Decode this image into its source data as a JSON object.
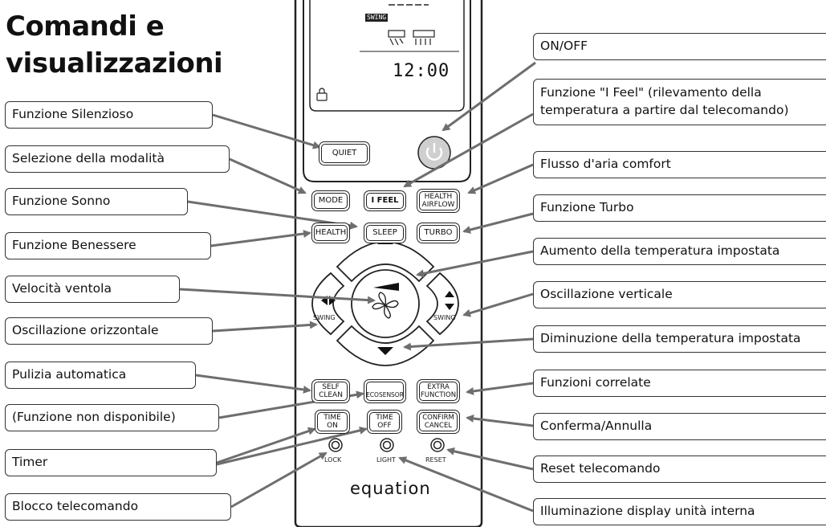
{
  "title": {
    "line1": "Comandi e",
    "line2": "visualizzazioni"
  },
  "left_labels": [
    "Funzione Silenzioso",
    "Selezione della modalità",
    "Funzione Sonno",
    "Funzione Benessere",
    "Velocità ventola",
    "Oscillazione orizzontale",
    "Pulizia automatica",
    "(Funzione non disponibile)",
    "Timer",
    "Blocco telecomando"
  ],
  "right_labels": [
    "ON/OFF",
    "Funzione \"I Feel\" (rilevamento della temperatura a partire dal telecomando)",
    "Flusso d'aria comfort",
    "Funzione Turbo",
    "Aumento della temperatura impostata",
    "Oscillazione verticale",
    "Diminuzione della temperatura impostata",
    "Funzioni correlate",
    "Conferma/Annulla",
    "Reset telecomando",
    "Illuminazione display unità interna"
  ],
  "remote": {
    "display_swing": "SWING",
    "display_time": "12:00",
    "buttons": {
      "quiet": "QUIET",
      "mode": "MODE",
      "ifeel": "I FEEL",
      "health_airflow_1": "HEALTH",
      "health_airflow_2": "AIRFLOW",
      "health": "HEALTH",
      "sleep": "SLEEP",
      "turbo": "TURBO",
      "swing_left": "SWING",
      "swing_right": "SWING",
      "self_clean_1": "SELF",
      "self_clean_2": "CLEAN",
      "ecosensor": "ECOSENSOR",
      "extra_1": "EXTRA",
      "extra_2": "FUNCTION",
      "time_on_1": "TIME",
      "time_on_2": "ON",
      "time_off_1": "TIME",
      "time_off_2": "OFF",
      "confirm_1": "CONFIRM",
      "confirm_2": "CANCEL",
      "lock": "LOCK",
      "light": "LIGHT",
      "reset": "RESET"
    },
    "brand": "equation"
  }
}
